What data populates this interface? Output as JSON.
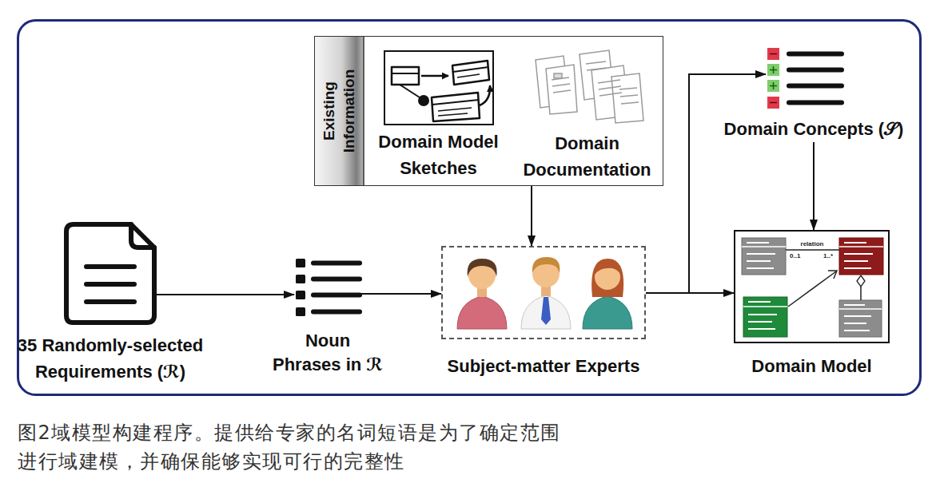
{
  "diagram": {
    "caption": "图2域模型构建程序。提供给专家的名词短语是为了确定范围 进行域建模，并确保能够实现可行的完整性",
    "nodes": [
      {
        "text": [
          "Existing Information"
        ]
      },
      {
        "text": [
          "Domain Model Sketches"
        ],
        "in": 0
      },
      {
        "text": [
          "Domain Documentation"
        ],
        "in": 0
      },
      {
        "text": [
          "35 Randomly-selected Requirements (ℛ)"
        ]
      },
      {
        "text": [
          "Noun Phrases in ℛ"
        ]
      },
      {
        "text": [
          "Subject-matter Experts"
        ]
      },
      {
        "text": [
          "Domain Concepts (𝒮)"
        ]
      },
      {
        "text": [
          "Domain Model"
        ]
      }
    ],
    "edges": [
      {
        "from": 3,
        "to": 4,
        "arrow": "to"
      },
      {
        "from": 4,
        "to": 5,
        "arrow": "to"
      },
      {
        "from": 0,
        "to": 5,
        "arrow": "to"
      },
      {
        "from": 5,
        "to": 6,
        "arrow": "to"
      },
      {
        "from": 5,
        "to": 7,
        "arrow": "to"
      },
      {
        "from": 6,
        "to": 7,
        "arrow": "to"
      }
    ],
    "labels": [
      "relation",
      "0..1",
      "1..*"
    ]
  }
}
